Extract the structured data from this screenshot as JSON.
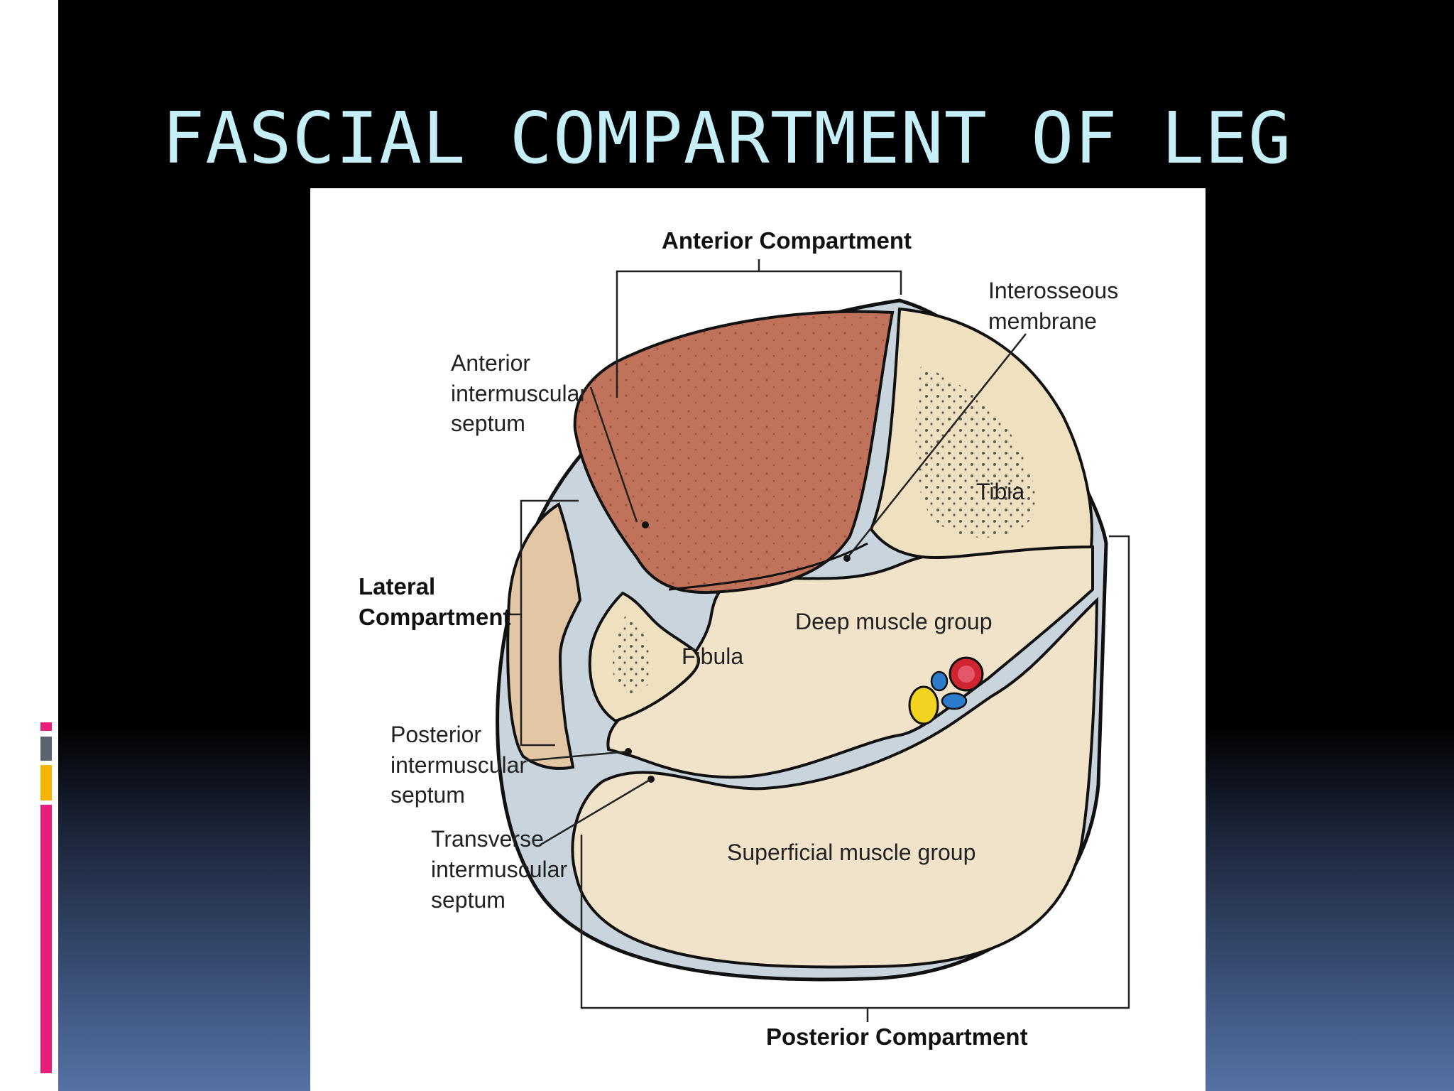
{
  "slide": {
    "title": "FASCIAL COMPARTMENT OF LEG"
  },
  "figure": {
    "labels": {
      "anterior_compartment": "Anterior Compartment",
      "interosseous_membrane": [
        "Interosseous",
        "membrane"
      ],
      "anterior_intermuscular_septum": [
        "Anterior",
        "intermuscular",
        "septum"
      ],
      "tibia": "Tibia",
      "lateral_compartment": [
        "Lateral",
        "Compartment"
      ],
      "deep_muscle_group": "Deep muscle group",
      "fibula": "Fibula",
      "posterior_intermuscular_septum": [
        "Posterior",
        "intermuscular",
        "septum"
      ],
      "transverse_intermuscular_septum": [
        "Transverse",
        "intermuscular",
        "septum"
      ],
      "superficial_muscle_group": "Superficial muscle group",
      "posterior_compartment": "Posterior Compartment"
    }
  },
  "colors": {
    "title_text": "#c6eef6",
    "anterior_muscle": "#c0735a",
    "bone": "#efe1c0",
    "lateral_muscle": "#e3c7a4",
    "posterior_muscle": "#f1e3ca",
    "fascia": "#c9d4dd",
    "artery": "#d0242e",
    "veins": "#2d7ccb",
    "nerve": "#f1d320",
    "accent_pink": "#e91e7a",
    "accent_gray": "#5b6270",
    "accent_orange": "#f4b400"
  }
}
